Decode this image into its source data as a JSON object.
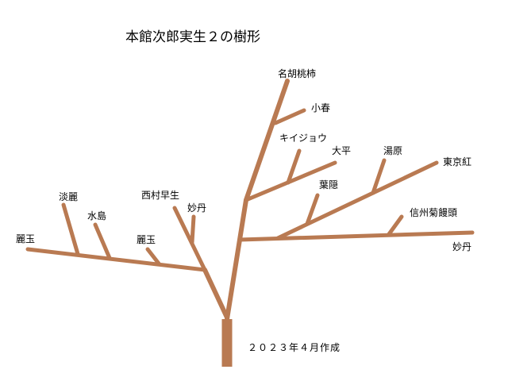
{
  "title": "本館次郎実生２の樹形",
  "date_note": "２０２３年４月作成",
  "branch_color": "#b97a52",
  "labels": {
    "top": "名胡桃柿",
    "koharu": "小春",
    "kiijou": "キイジョウ",
    "taihei": "大平",
    "yuhara": "湯原",
    "tokyobeni": "東京紅",
    "hagakure": "葉隠",
    "shinshu": "信州菊饅頭",
    "myotan_right": "妙丹",
    "tanrei": "淡麗",
    "suito": "水島",
    "reigyoku_left": "麗玉",
    "nishimura": "西村早生",
    "myotan_left": "妙丹",
    "reigyoku_mid": "麗玉"
  }
}
